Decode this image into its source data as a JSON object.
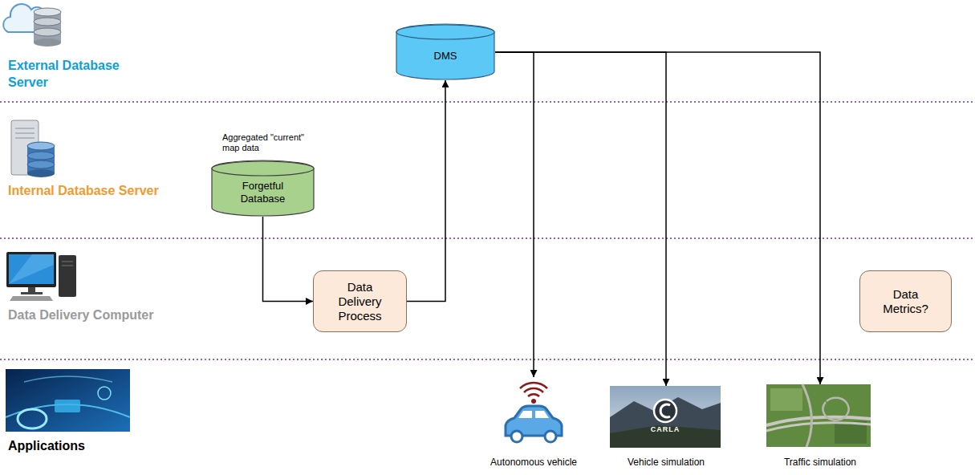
{
  "diagram": {
    "nodes": [
      {
        "text": [
          "DMS"
        ]
      },
      {
        "text": [
          "Aggregated \"current\" map data",
          "Forgetful Database"
        ]
      },
      {
        "text": [
          "Data Delivery Process"
        ]
      },
      {
        "text": [
          "Data Metrics?"
        ]
      },
      {
        "text": [
          "Autonomous vehicle"
        ]
      },
      {
        "text": [
          "Vehicle simulation"
        ]
      },
      {
        "text": [
          "Traffic simulation"
        ]
      }
    ],
    "edges": [
      {
        "from": 1,
        "to": 2,
        "arrow": "to"
      },
      {
        "from": 2,
        "to": 0,
        "arrow": "to"
      },
      {
        "from": 0,
        "to": 4,
        "arrow": "to"
      },
      {
        "from": 0,
        "to": 5,
        "arrow": "to"
      },
      {
        "from": 0,
        "to": 6,
        "arrow": "to"
      }
    ],
    "labels": [
      "External Database Server",
      "Internal Database Server",
      "Data Delivery Computer",
      "Applications",
      "CARLA"
    ]
  }
}
